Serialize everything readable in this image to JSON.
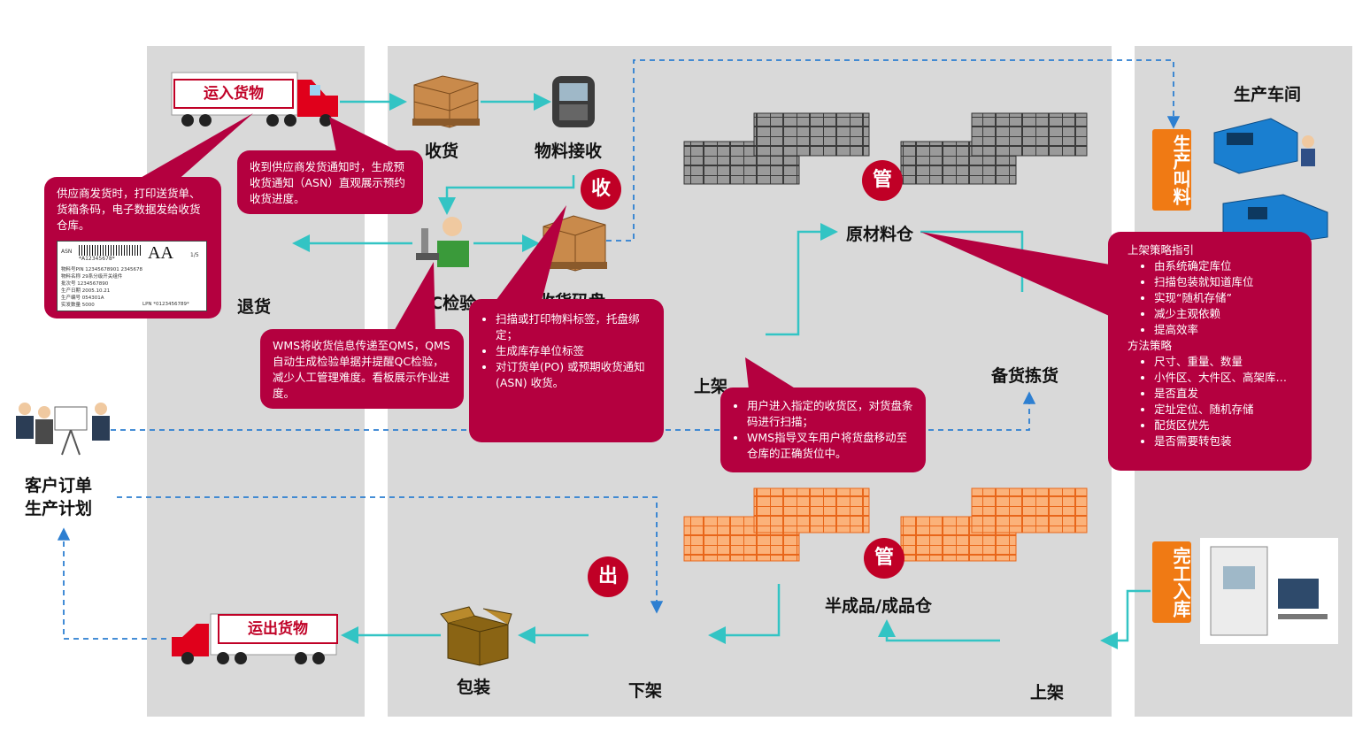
{
  "nodes": {
    "inbound_truck": "运入货物",
    "receiving": "收货",
    "material_receipt": "物料接收",
    "qc_inspection": "QC检验",
    "palletize": "收货码盘",
    "return": "退货",
    "raw_warehouse": "原材料仓",
    "putaway_1": "上架",
    "picking": "备货拣货",
    "production_workshop": "生产车间",
    "production_material": "生产叫料",
    "finished_goods_in": "完工入库",
    "semi_finished_warehouse": "半成品/成品仓",
    "putaway_2": "上架",
    "unshelve": "下架",
    "packaging": "包装",
    "outbound_truck": "运出货物",
    "customer_order": "客户订单\n生产计划"
  },
  "badges": {
    "receive": "收",
    "manage_raw": "管",
    "manage_fg": "管",
    "out": "出"
  },
  "callouts": {
    "supplier_ship": "供应商发货时，打印送货单、货箱条码，电子数据发给收货仓库。",
    "asn_notice": "收到供应商发货通知时，生成预收货通知（ASN）直观展示预约收货进度。",
    "wms_qms": "WMS将收货信息传递至QMS，QMS自动生成检验单据并提醒QC检验，减少人工管理难度。看板展示作业进度。",
    "scan_items": [
      "扫描或打印物料标签，托盘绑定；",
      "生成库存单位标签",
      "对订货单(PO) 或预期收货通知(ASN) 收货。"
    ],
    "forklift_items": [
      "用户进入指定的收货区，对货盘条码进行扫描；",
      "WMS指导叉车用户将货盘移动至仓库的正确货位中。"
    ],
    "strategy_title": "上架策略指引",
    "strategy_items": [
      "由系统确定库位",
      "扫描包装就知道库位",
      "实现“随机存储”",
      "减少主观依赖",
      "提高效率"
    ],
    "method_title": "方法策略",
    "method_items": [
      "尺寸、重量、数量",
      "小件区、大件区、高架库…",
      "是否直发",
      "定址定位、随机存储",
      "配货区优先",
      "是否需要转包装"
    ]
  },
  "label_sample": {
    "asn": "ASN",
    "grade": "AA",
    "page": "1/5",
    "barcode_text": "*A12345678*",
    "part_no": "物料号PIN  12345678901 2345678",
    "desc": "物料名称  29系分级开关组件",
    "lot": "批次号  1234567890",
    "date": "生产日期  2005.10.21",
    "code": "生产编号  054301A",
    "qty": "实发数量  5000",
    "lpn": "LPN *0123456789*"
  },
  "colors": {
    "panel_gray": "#d9d9d9",
    "callout_crimson": "#b4003f",
    "badge_red": "#c00026",
    "tag_orange": "#f07a14",
    "teal_arrow": "#33c4c4",
    "blue_dash": "#2d7fd1"
  }
}
